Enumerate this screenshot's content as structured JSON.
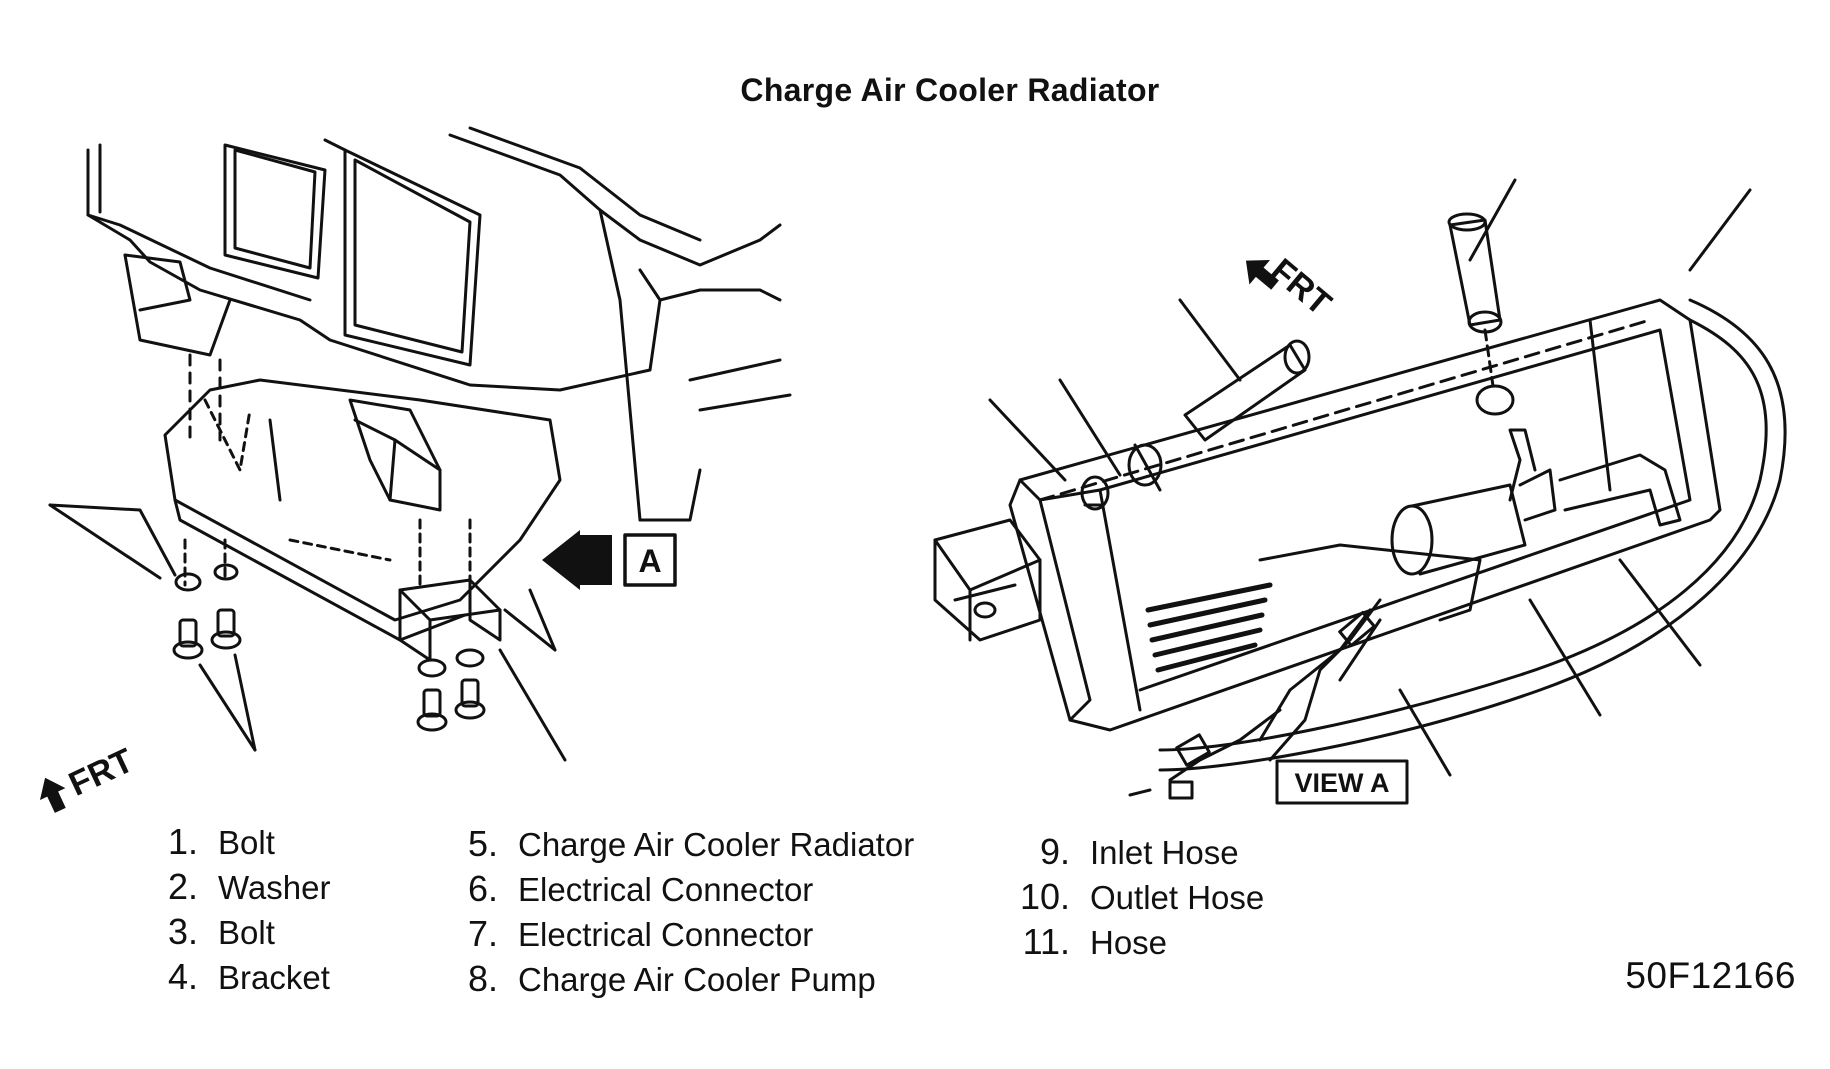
{
  "title": "Charge Air Cooler Radiator",
  "frt_left": "FRT",
  "frt_right": "FRT",
  "view_marker": "A",
  "view_label": "VIEW A",
  "legend": [
    {
      "num": "1.",
      "label": "Bolt"
    },
    {
      "num": "2.",
      "label": "Washer"
    },
    {
      "num": "3.",
      "label": "Bolt"
    },
    {
      "num": "4.",
      "label": "Bracket"
    },
    {
      "num": "5.",
      "label": "Charge Air Cooler Radiator"
    },
    {
      "num": "6.",
      "label": "Electrical Connector"
    },
    {
      "num": "7.",
      "label": "Electrical Connector"
    },
    {
      "num": "8.",
      "label": "Charge Air Cooler Pump"
    },
    {
      "num": "9.",
      "label": "Inlet Hose"
    },
    {
      "num": "10.",
      "label": "Outlet Hose"
    },
    {
      "num": "11.",
      "label": "Hose"
    }
  ],
  "figure_code": "50F12166"
}
